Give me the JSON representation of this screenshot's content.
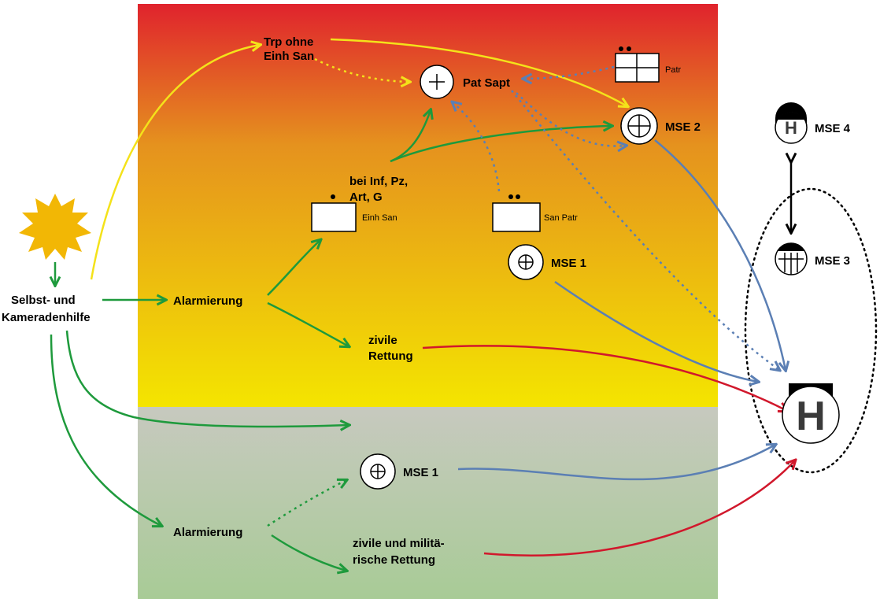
{
  "colors": {
    "green": "#1e9a3c",
    "yellow": "#f4e21a",
    "blue": "#5b7fb4",
    "red": "#d1182c",
    "sun": "#f2b705",
    "zone_top_start": "#e0232d",
    "zone_top_mid": "#e5921e",
    "zone_top_end": "#f4e500",
    "zone_bottom_start": "#c7c9bf",
    "zone_bottom_end": "#a8cb96"
  },
  "nodes": {
    "selbst": [
      "Selbst- und",
      "Kameradenhilfe"
    ],
    "alarm_top": "Alarmierung",
    "alarm_bottom": "Alarmierung",
    "trp": [
      "Trp ohne",
      "Einh San"
    ],
    "pat_sapt": "Pat Sapt",
    "patr": "Patr",
    "mse2": "MSE 2",
    "mse4": "MSE 4",
    "mse3": "MSE 3",
    "bei_inf": [
      "bei Inf, Pz,",
      "Art, G"
    ],
    "einh_san": "Einh San",
    "san_patr": "San Patr",
    "mse1_top": "MSE 1",
    "mse1_bottom": "MSE 1",
    "zivile_top": [
      "zivile",
      "Rettung"
    ],
    "zivile_bottom": [
      "zivile und militä-",
      "rische Rettung"
    ],
    "hospital_letter": "H",
    "mse4_letter": "H"
  }
}
